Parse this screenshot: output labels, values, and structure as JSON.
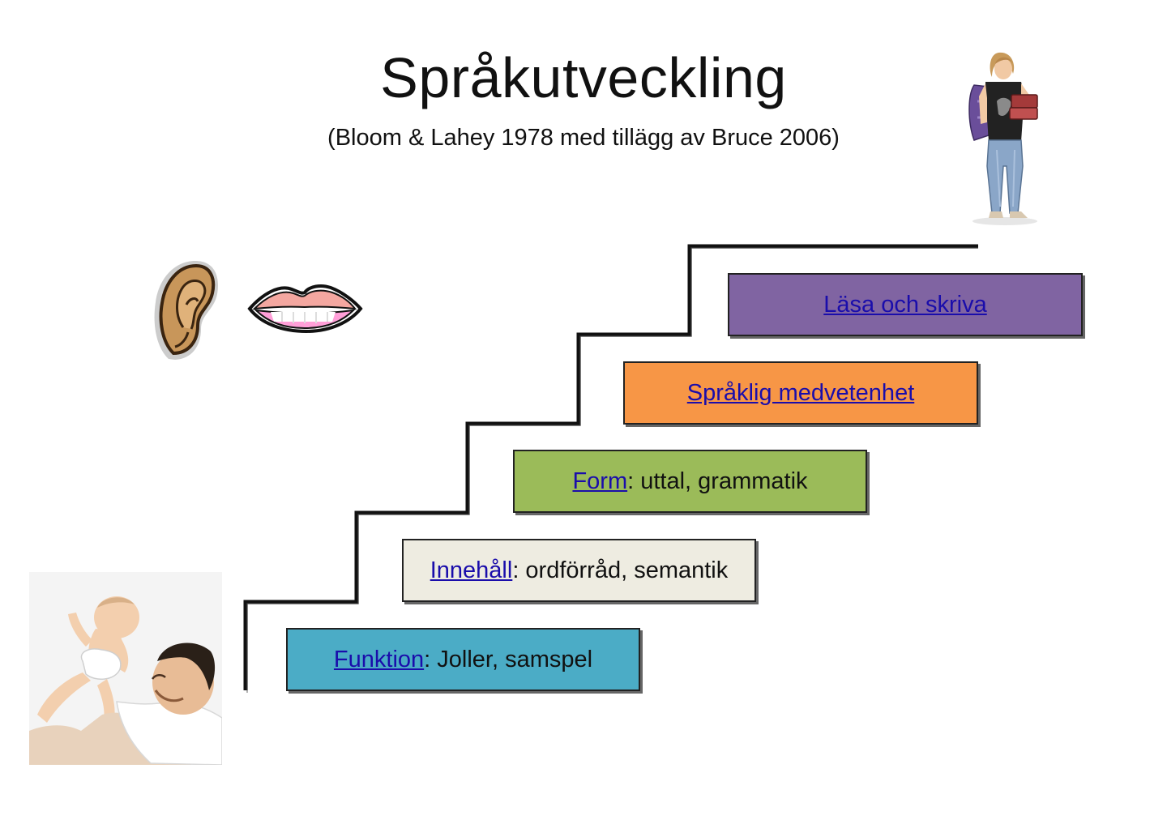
{
  "title": "Språkutveckling",
  "subtitle": "(Bloom & Lahey 1978 med tillägg av Bruce 2006)",
  "steps": [
    {
      "link": "Funktion",
      "rest": ": Joller, samspel",
      "color": "#4bacc6"
    },
    {
      "link": "Innehåll",
      "rest": ": ordförråd, semantik",
      "color": "#eeece1"
    },
    {
      "link": "Form",
      "rest": ": uttal, grammatik",
      "color": "#9bbb59"
    },
    {
      "link": "Språklig medvetenhet",
      "rest": "",
      "color": "#f79646"
    },
    {
      "link": "Läsa och skriva",
      "rest": "",
      "color": "#8064a2"
    }
  ],
  "images": {
    "ear": "ear-icon",
    "lips": "lips-icon",
    "girl": "girl-with-books-photo",
    "father_baby": "father-lifting-baby-photo"
  }
}
